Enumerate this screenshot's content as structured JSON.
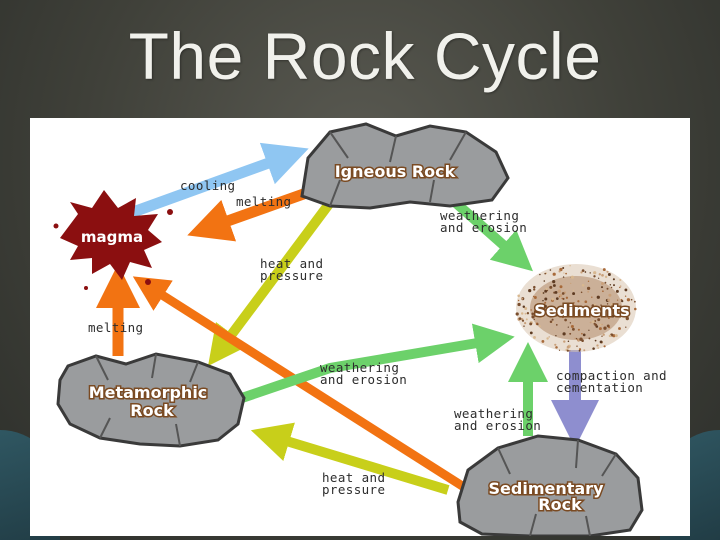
{
  "slide": {
    "title": "The Rock Cycle"
  },
  "nodes": {
    "igneous": {
      "label": "Igneous Rock"
    },
    "magma": {
      "label": "magma"
    },
    "sediments": {
      "label": "Sediments"
    },
    "metamorphic": {
      "label_line1": "Metamorphic",
      "label_line2": "Rock"
    },
    "sedimentary": {
      "label_line1": "Sedimentary",
      "label_line2": "Rock"
    }
  },
  "processes": {
    "cooling": {
      "line1": "cooling",
      "color": "#8fc6f2"
    },
    "melting_top": {
      "line1": "melting",
      "color": "#f27312"
    },
    "melting_left": {
      "line1": "melting",
      "color": "#f27312"
    },
    "heat_pressure_top": {
      "line1": "heat and",
      "line2": "pressure",
      "color": "#c8cf1a"
    },
    "heat_pressure_bottom": {
      "line1": "heat and",
      "line2": "pressure",
      "color": "#c8cf1a"
    },
    "weathering_top": {
      "line1": "weathering",
      "line2": "and erosion",
      "color": "#6cd16a"
    },
    "weathering_mid": {
      "line1": "weathering",
      "line2": "and erosion",
      "color": "#6cd16a"
    },
    "weathering_bottom": {
      "line1": "weathering",
      "line2": "and erosion",
      "color": "#6cd16a"
    },
    "compaction": {
      "line1": "compaction and",
      "line2": "cementation",
      "color": "#8e8ecf"
    }
  },
  "colors": {
    "magma": "#8b0f10",
    "rock_fill": "#9a9c9e",
    "rock_stroke": "#3a3a3a",
    "sediment": "#b08868"
  }
}
